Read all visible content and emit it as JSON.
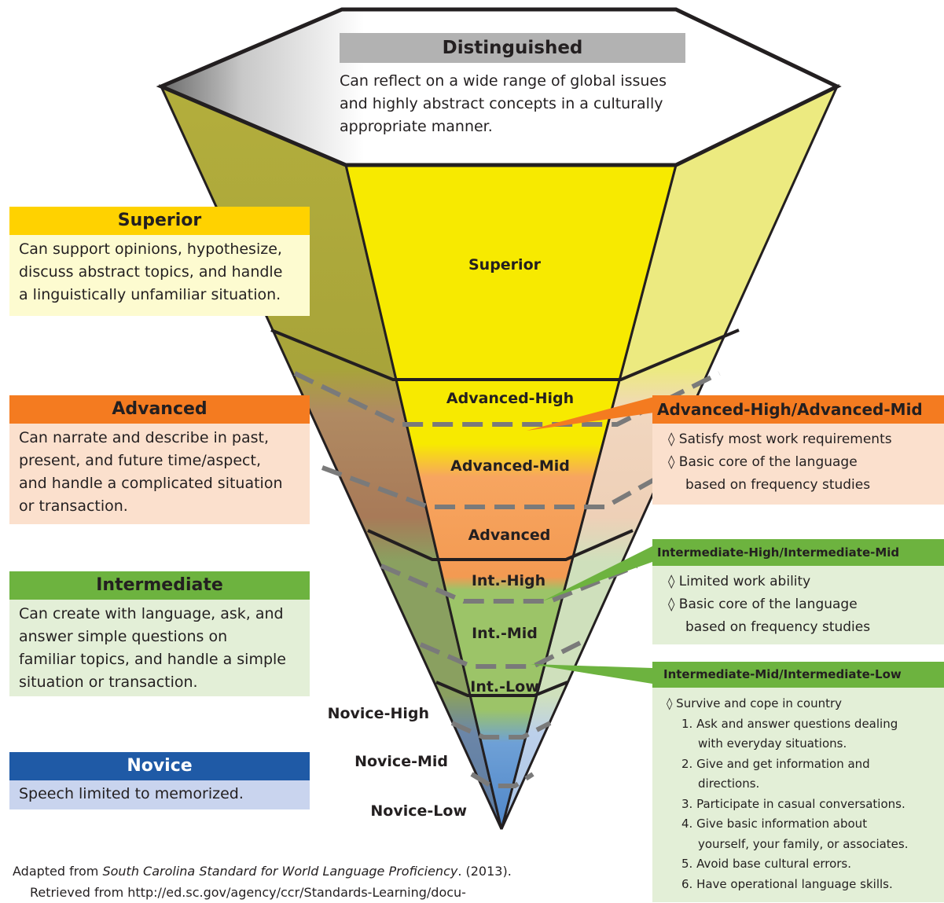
{
  "colors": {
    "superior": "#f7e600",
    "superior_head": "#ffd200",
    "superior_light": "#fdfbd0",
    "advanced": "#f39a52",
    "advanced_head": "#f47b20",
    "advanced_light": "#fbe0cd",
    "intermediate": "#9dc571",
    "intermediate_head": "#6db33f",
    "intermediate_light": "#e3efd7",
    "novice": "#6a9fd8",
    "novice_head": "#1f5aa6",
    "novice_light": "#c9d4ee",
    "distinguished_head": "#b2b2b2",
    "dash": "#7a7a7a"
  },
  "distinguished": {
    "title": "Distinguished",
    "lines": [
      "Can reflect on a wide range of global issues",
      "and highly abstract concepts in a culturally",
      "appropriate manner."
    ]
  },
  "cone_labels": {
    "superior": "Superior",
    "advanced_high": "Advanced-High",
    "advanced_mid": "Advanced-Mid",
    "advanced": "Advanced",
    "int_high": "Int.-High",
    "int_mid": "Int.-Mid",
    "int_low": "Int.-Low",
    "novice_high": "Novice-High",
    "novice_mid": "Novice-Mid",
    "novice_low": "Novice-Low"
  },
  "left_boxes": {
    "superior": {
      "title": "Superior",
      "lines": [
        "Can support opinions, hypothesize,",
        "discuss abstract topics, and handle",
        "a linguistically unfamiliar situation."
      ]
    },
    "advanced": {
      "title": "Advanced",
      "lines": [
        "Can narrate and describe in past,",
        "present, and future time/aspect,",
        "and handle a complicated situation",
        "or transaction."
      ]
    },
    "intermediate": {
      "title": "Intermediate",
      "lines": [
        "Can create with language, ask, and",
        "answer simple questions on",
        "familiar topics, and handle a simple",
        "situation or transaction."
      ]
    },
    "novice": {
      "title": "Novice",
      "lines": [
        "Speech limited to memorized."
      ]
    }
  },
  "right_boxes": {
    "advanced_high_mid": {
      "title": "Advanced-High/Advanced-Mid",
      "lines": [
        "◊ Satisfy most work requirements",
        "◊ Basic core of the language",
        "based on frequency studies"
      ]
    },
    "intermediate_high_mid": {
      "title": "Intermediate-High/Intermediate-Mid",
      "lines": [
        "◊ Limited work ability",
        "◊ Basic core of the language",
        "based on frequency studies"
      ]
    },
    "intermediate_mid_low": {
      "title": "Intermediate-Mid/Intermediate-Low",
      "lines": [
        "◊ Survive and cope in country",
        "1. Ask and answer questions dealing",
        "with everyday situations.",
        "2. Give and get information and",
        "directions.",
        "3. Participate in casual conversations.",
        "4. Give basic information about",
        "yourself, your family, or associates.",
        "5. Avoid base cultural errors.",
        "6. Have operational language skills."
      ]
    }
  },
  "footer": {
    "line1_prefix": "Adapted from ",
    "line1_italic": "South Carolina Standard for World Language Proficiency",
    "line1_suffix": ". (2013).",
    "line2": "Retrieved from http://ed.sc.gov/agency/ccr/Standards-Learning/docu-"
  }
}
